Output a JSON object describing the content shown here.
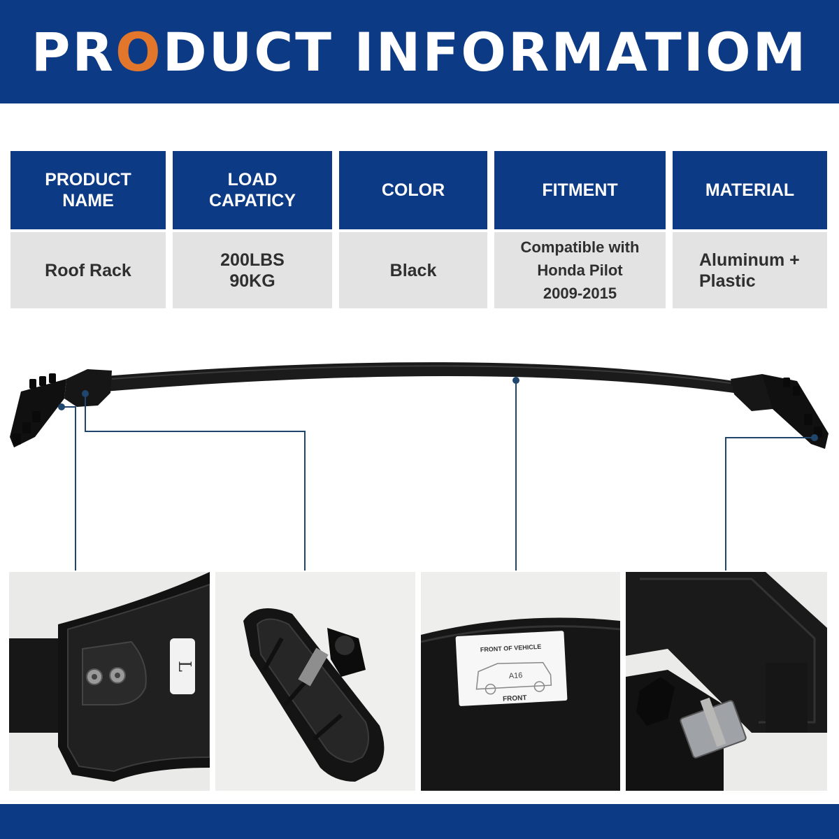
{
  "banner": {
    "title_start": "PR",
    "title_accent": "O",
    "title_end": "DUCT INFORMATIOM",
    "accent_color": "#e2772b",
    "brand_color": "#0d3a85"
  },
  "table": {
    "headers": [
      "PRODUCT\nNAME",
      "LOAD\nCAPATICY",
      "COLOR",
      "FITMENT",
      "MATERIAL"
    ],
    "values": [
      "Roof Rack",
      "200LBS\n90KG",
      "Black",
      "Compatible with\nHonda Pilot\n2009-2015",
      "Aluminum +\nPlastic"
    ]
  },
  "sticker": {
    "heading": "FRONT OF VEHICLE",
    "model": "A16",
    "footer": "FRONT"
  },
  "end_cap_marking": "L"
}
